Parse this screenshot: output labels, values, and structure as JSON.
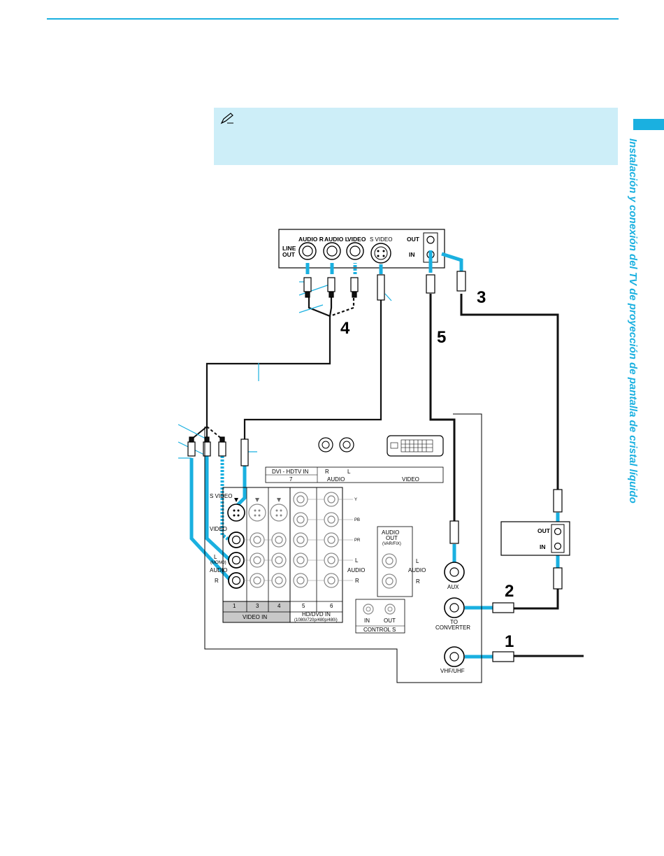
{
  "colors": {
    "accent": "#1ab0e0",
    "note_bg": "#cdeef8"
  },
  "icons": {
    "note": "pencil-note-icon"
  },
  "side_title": "Instalación y conexión del TV de proyección de pantalla de cristal líquido",
  "device": {
    "line_out": [
      "LINE",
      "OUT"
    ],
    "audio_r": "AUDIO R",
    "audio_l": "AUDIO L",
    "video": "VIDEO",
    "s_video": "S VIDEO",
    "out": "OUT",
    "in": "IN"
  },
  "converter": {
    "out": "OUT",
    "in": "IN"
  },
  "steps": [
    "1",
    "2",
    "3",
    "4",
    "5"
  ],
  "tv_panel": {
    "dvi_in": "DVI - HDTV IN",
    "dvi_num": "7",
    "r": "R",
    "l": "L",
    "audio": "AUDIO",
    "video": "VIDEO",
    "s_video": "S VIDEO",
    "video_label": "VIDEO",
    "l_mono": "L",
    "mono": "(MONO)",
    "audio_label": "AUDIO",
    "r_label": "R",
    "y": "Y",
    "pb": "PB",
    "pr": "PR",
    "comp_l": "L",
    "comp_audio": "AUDIO",
    "comp_r": "R",
    "inputs": [
      "1",
      "3",
      "4",
      "5",
      "6"
    ],
    "video_in": "VIDEO IN",
    "hd_dvd_in": "HD/DVD IN",
    "hd_res": "(1080i/720p/480p/480i)",
    "audio_out": [
      "AUDIO",
      "OUT",
      "(VAR/FIX)"
    ],
    "ao_l": "L",
    "ao_audio": "AUDIO",
    "ao_r": "R",
    "control_in": "IN",
    "control_out": "OUT",
    "control_s": "CONTROL S",
    "aux": "AUX",
    "to_converter": [
      "TO",
      "CONVERTER"
    ],
    "vhf_uhf": "VHF/UHF"
  }
}
